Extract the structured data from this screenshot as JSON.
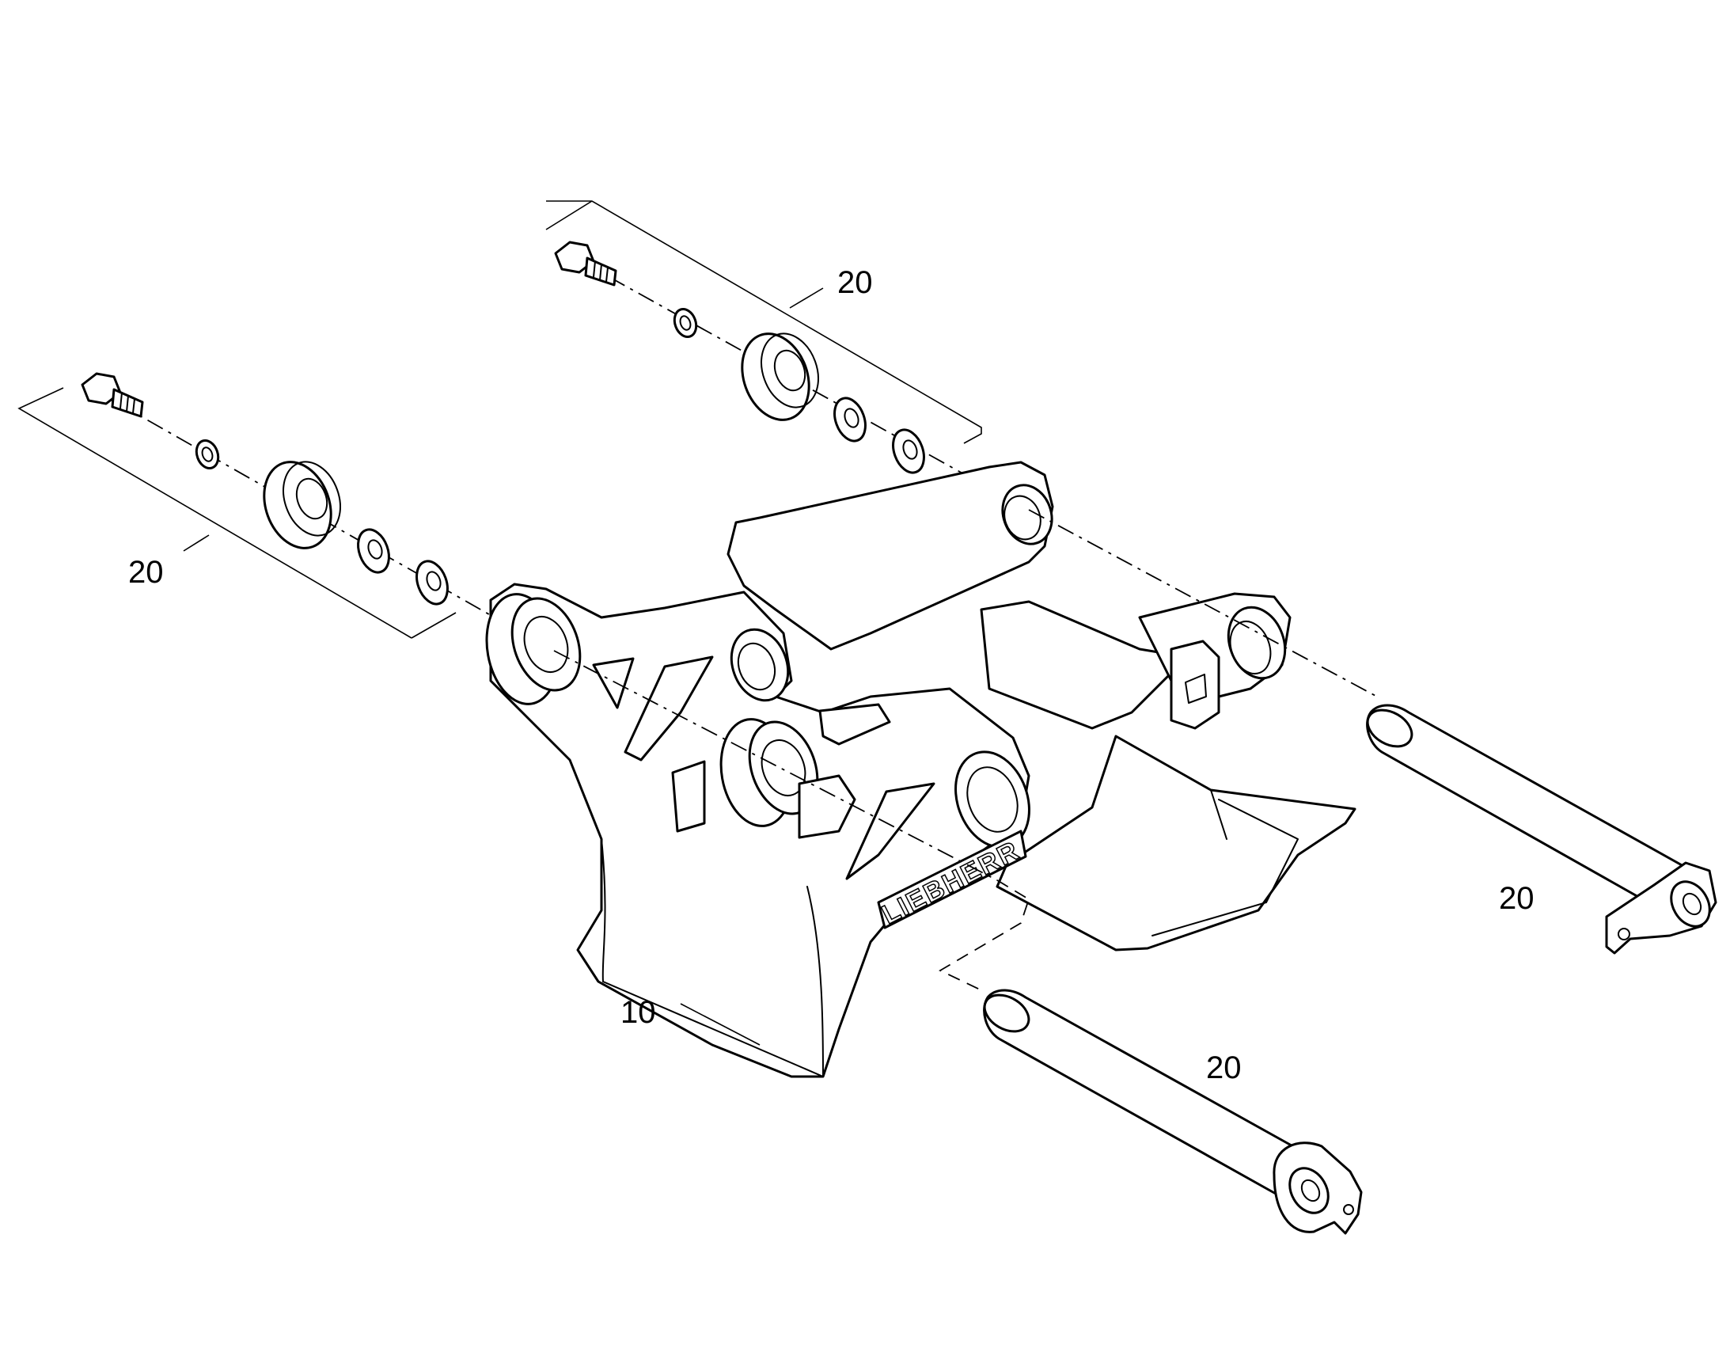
{
  "diagram": {
    "brand_logo": "LIEBHERR",
    "callouts": [
      {
        "id": "bolt-kit-top",
        "label": "20"
      },
      {
        "id": "bolt-kit-left",
        "label": "20"
      },
      {
        "id": "frame",
        "label": "10"
      },
      {
        "id": "pin-right",
        "label": "20"
      },
      {
        "id": "pin-bottom",
        "label": "20"
      }
    ]
  }
}
